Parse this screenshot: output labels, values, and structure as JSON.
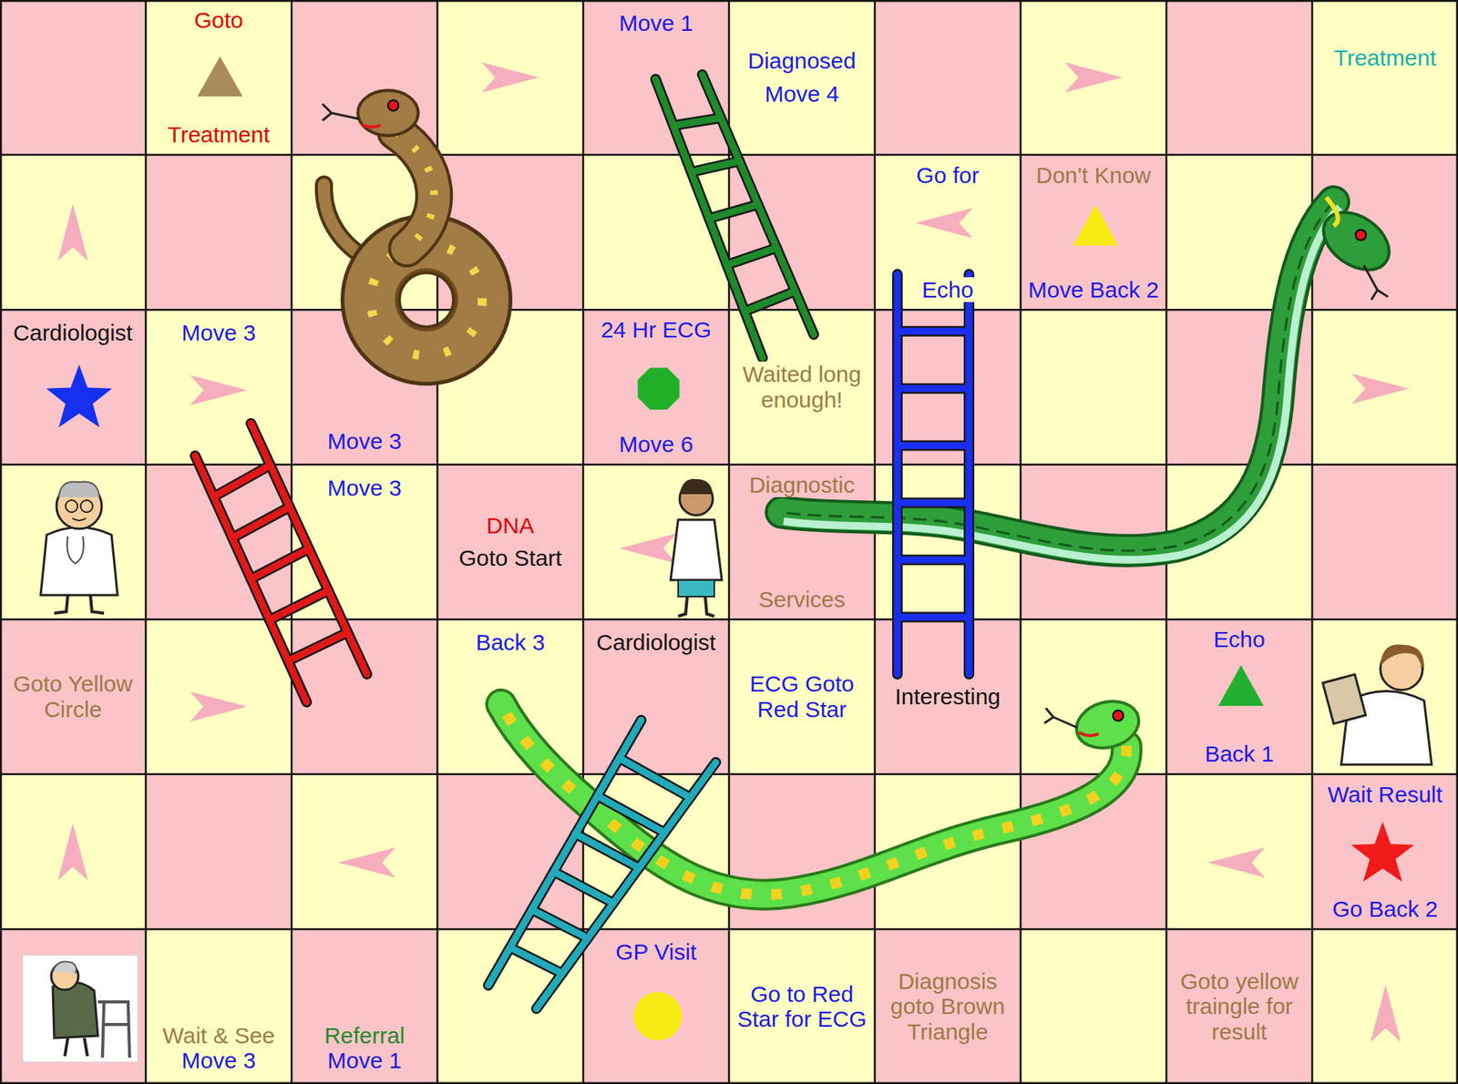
{
  "diagram": {
    "nodes": [
      {
        "text": [
          "Goto",
          "Treatment"
        ]
      },
      {
        "text": [
          "Move 1"
        ]
      },
      {
        "text": [
          "Diagnosed",
          "Move 4"
        ]
      },
      {
        "text": [
          "Treatment"
        ]
      },
      {
        "text": [
          "Go for",
          "Echo"
        ]
      },
      {
        "text": [
          "Don't Know",
          "Move Back 2"
        ]
      },
      {
        "text": [
          "Cardiologist"
        ]
      },
      {
        "text": [
          "Move 3"
        ]
      },
      {
        "text": [
          "Move 3"
        ]
      },
      {
        "text": [
          "24 Hr ECG",
          "Move 6"
        ]
      },
      {
        "text": [
          "Waited long enough!"
        ]
      },
      {
        "text": [
          "Move 3"
        ]
      },
      {
        "text": [
          "DNA",
          "Goto Start"
        ]
      },
      {
        "text": [
          "Diagnostic",
          "Services"
        ]
      },
      {
        "text": [
          "Goto Yellow Circle"
        ]
      },
      {
        "text": [
          "Back 3"
        ]
      },
      {
        "text": [
          "Cardiologist"
        ]
      },
      {
        "text": [
          "ECG Goto Red Star"
        ]
      },
      {
        "text": [
          "Interesting"
        ]
      },
      {
        "text": [
          "Echo",
          "Back 1"
        ]
      },
      {
        "text": [
          "Wait Result",
          "Go Back 2"
        ]
      },
      {
        "text": [
          "Wait & See",
          "Move 3"
        ]
      },
      {
        "text": [
          "Referral",
          "Move 1"
        ]
      },
      {
        "text": [
          "GP Visit"
        ]
      },
      {
        "text": [
          "Go to Red Star for ECG"
        ]
      },
      {
        "text": [
          "Diagnosis goto Brown Triangle"
        ]
      },
      {
        "text": [
          "Goto yellow traingle for result"
        ]
      }
    ]
  }
}
